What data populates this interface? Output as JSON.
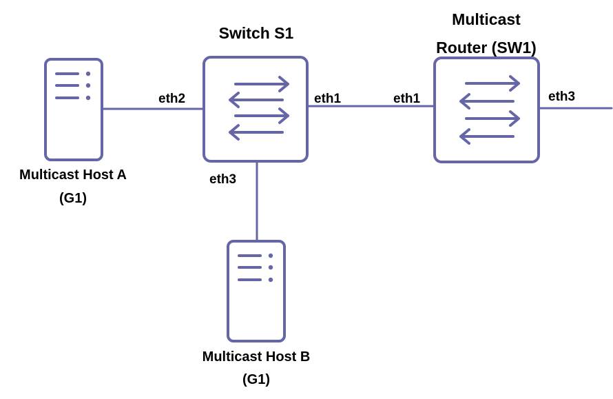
{
  "colors": {
    "stroke": "#6466a8",
    "text": "#000000",
    "background": "#ffffff"
  },
  "nodes": {
    "switch_s1": {
      "title": "Switch S1",
      "icon": "switch-icon"
    },
    "router": {
      "title_line1": "Multicast",
      "title_line2": "Router (SW1)",
      "icon": "switch-icon"
    },
    "host_a": {
      "line1": "Multicast Host A",
      "line2": "(G1)",
      "icon": "server-icon"
    },
    "host_b": {
      "line1": "Multicast Host B",
      "line2": "(G1)",
      "icon": "server-icon"
    }
  },
  "ports": {
    "s1_eth2": "eth2",
    "s1_eth1": "eth1",
    "s1_eth3": "eth3",
    "router_eth1": "eth1",
    "router_eth3": "eth3"
  }
}
